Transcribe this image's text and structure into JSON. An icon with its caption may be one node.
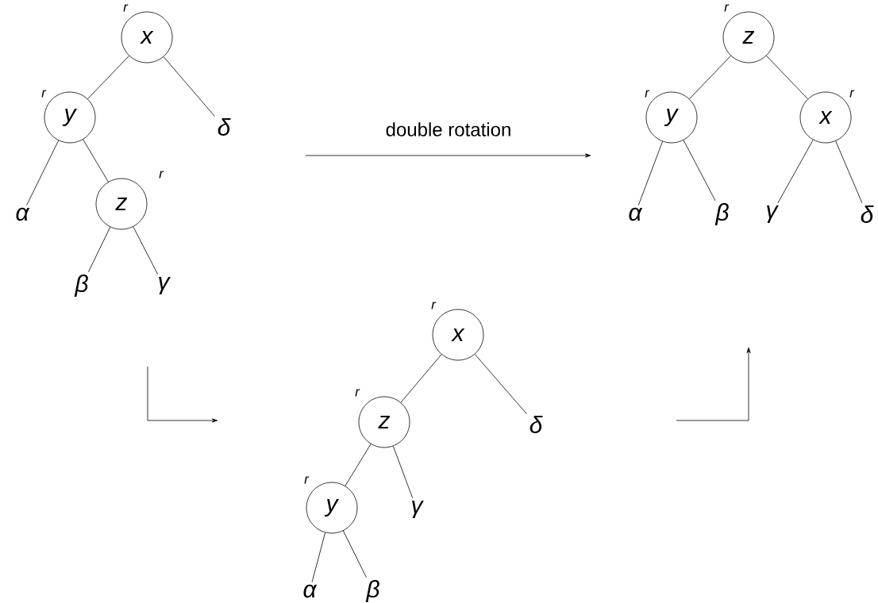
{
  "diagram": {
    "nodes": [
      {
        "text": [
          "x"
        ],
        "beside": [
          "r"
        ]
      },
      {
        "text": [
          "y"
        ],
        "beside": [
          "r"
        ]
      },
      {
        "text": [
          "δ"
        ]
      },
      {
        "text": [
          "α"
        ]
      },
      {
        "text": [
          "z"
        ],
        "beside": [
          "r"
        ]
      },
      {
        "text": [
          "β"
        ]
      },
      {
        "text": [
          "γ"
        ]
      },
      {
        "text": [
          "z"
        ],
        "beside": [
          "r"
        ]
      },
      {
        "text": [
          "y"
        ],
        "beside": [
          "r"
        ]
      },
      {
        "text": [
          "x"
        ],
        "beside": [
          "r"
        ]
      },
      {
        "text": [
          "α"
        ]
      },
      {
        "text": [
          "β"
        ]
      },
      {
        "text": [
          "γ"
        ]
      },
      {
        "text": [
          "δ"
        ]
      },
      {
        "text": [
          "x"
        ],
        "beside": [
          "r"
        ]
      },
      {
        "text": [
          "z"
        ],
        "beside": [
          "r"
        ]
      },
      {
        "text": [
          "δ"
        ]
      },
      {
        "text": [
          "y"
        ],
        "beside": [
          "r"
        ]
      },
      {
        "text": [
          "γ"
        ]
      },
      {
        "text": [
          "α"
        ]
      },
      {
        "text": [
          "β"
        ]
      }
    ],
    "edges": [
      {
        "from": 0,
        "to": 1,
        "arrow": "none"
      },
      {
        "from": 0,
        "to": 2,
        "arrow": "none"
      },
      {
        "from": 1,
        "to": 3,
        "arrow": "none"
      },
      {
        "from": 1,
        "to": 4,
        "arrow": "none"
      },
      {
        "from": 4,
        "to": 5,
        "arrow": "none"
      },
      {
        "from": 4,
        "to": 6,
        "arrow": "none"
      },
      {
        "from": 7,
        "to": 8,
        "arrow": "none"
      },
      {
        "from": 7,
        "to": 9,
        "arrow": "none"
      },
      {
        "from": 8,
        "to": 10,
        "arrow": "none"
      },
      {
        "from": 8,
        "to": 11,
        "arrow": "none"
      },
      {
        "from": 9,
        "to": 12,
        "arrow": "none"
      },
      {
        "from": 9,
        "to": 13,
        "arrow": "none"
      },
      {
        "from": 14,
        "to": 15,
        "arrow": "none"
      },
      {
        "from": 14,
        "to": 16,
        "arrow": "none"
      },
      {
        "from": 15,
        "to": 17,
        "arrow": "none"
      },
      {
        "from": 15,
        "to": 18,
        "arrow": "none"
      },
      {
        "from": 17,
        "to": 19,
        "arrow": "none"
      },
      {
        "from": 17,
        "to": 20,
        "arrow": "none"
      }
    ],
    "labels": [
      "double rotation"
    ]
  }
}
